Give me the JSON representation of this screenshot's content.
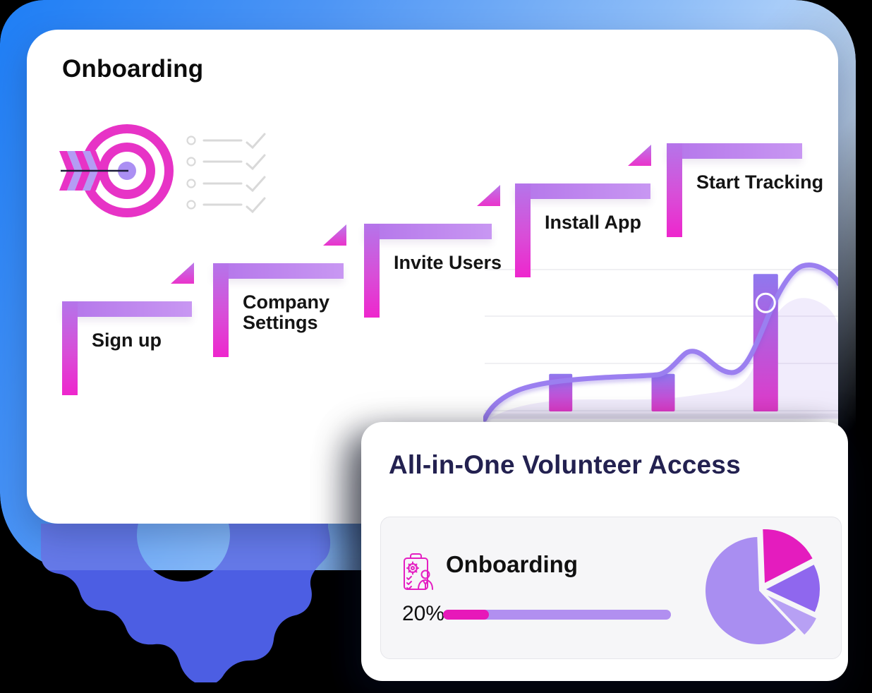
{
  "card_onboarding": {
    "title": "Onboarding",
    "steps": [
      {
        "label": "Sign up"
      },
      {
        "label": "Company Settings"
      },
      {
        "label": "Invite Users"
      },
      {
        "label": "Install App"
      },
      {
        "label": "Start Tracking"
      }
    ],
    "checklist_rows": 4
  },
  "card_access": {
    "title": "All-in-One Volunteer Access",
    "module": {
      "label": "Onboarding",
      "progress_percent": "20%",
      "progress_value": 20
    }
  },
  "chart_data": [
    {
      "type": "line",
      "title": "",
      "grid": true,
      "gridline_count": 4,
      "legend": "none",
      "line_color": "#9B7FF0",
      "area_color": "#EFE9FB",
      "x_pct": [
        0,
        5,
        15,
        30,
        48,
        56,
        62,
        70,
        79,
        90,
        100
      ],
      "values_pct": [
        2,
        12,
        20,
        23,
        25,
        42,
        28,
        55,
        92,
        97,
        88
      ],
      "bars": {
        "x_pct": [
          21.5,
          50.5,
          79.5
        ],
        "values_pct": [
          26,
          26,
          95
        ],
        "color_top": "#8F78EE",
        "color_bottom": "#E03AC9"
      },
      "marker": {
        "x_pct": 79.5,
        "value_pct": 75,
        "color": "#ffffff"
      }
    },
    {
      "type": "pie",
      "start_angle_deg": -2,
      "slices": [
        {
          "name": "slice-magenta",
          "value": 18,
          "color": "#E41CBE"
        },
        {
          "name": "slice-purple",
          "value": 14.5,
          "color": "#8F67EE"
        },
        {
          "name": "slice-light-purple",
          "value": 6,
          "color": "#B7A0F4"
        },
        {
          "name": "slice-lavender",
          "value": 61.5,
          "color": "#A98EF1"
        }
      ]
    }
  ],
  "colors": {
    "accent_magenta": "#E522C1",
    "accent_purple": "#A98EF1",
    "step_gradient_top": "#B475EA",
    "step_gradient_bottom": "#EE26CD",
    "background_blue_start": "#1E7EF5",
    "background_blue_end": "#CFE3FB",
    "gear_blue": "#4C5EE3",
    "progress_track": "#B18FF0",
    "progress_fill": "#E718B9"
  }
}
